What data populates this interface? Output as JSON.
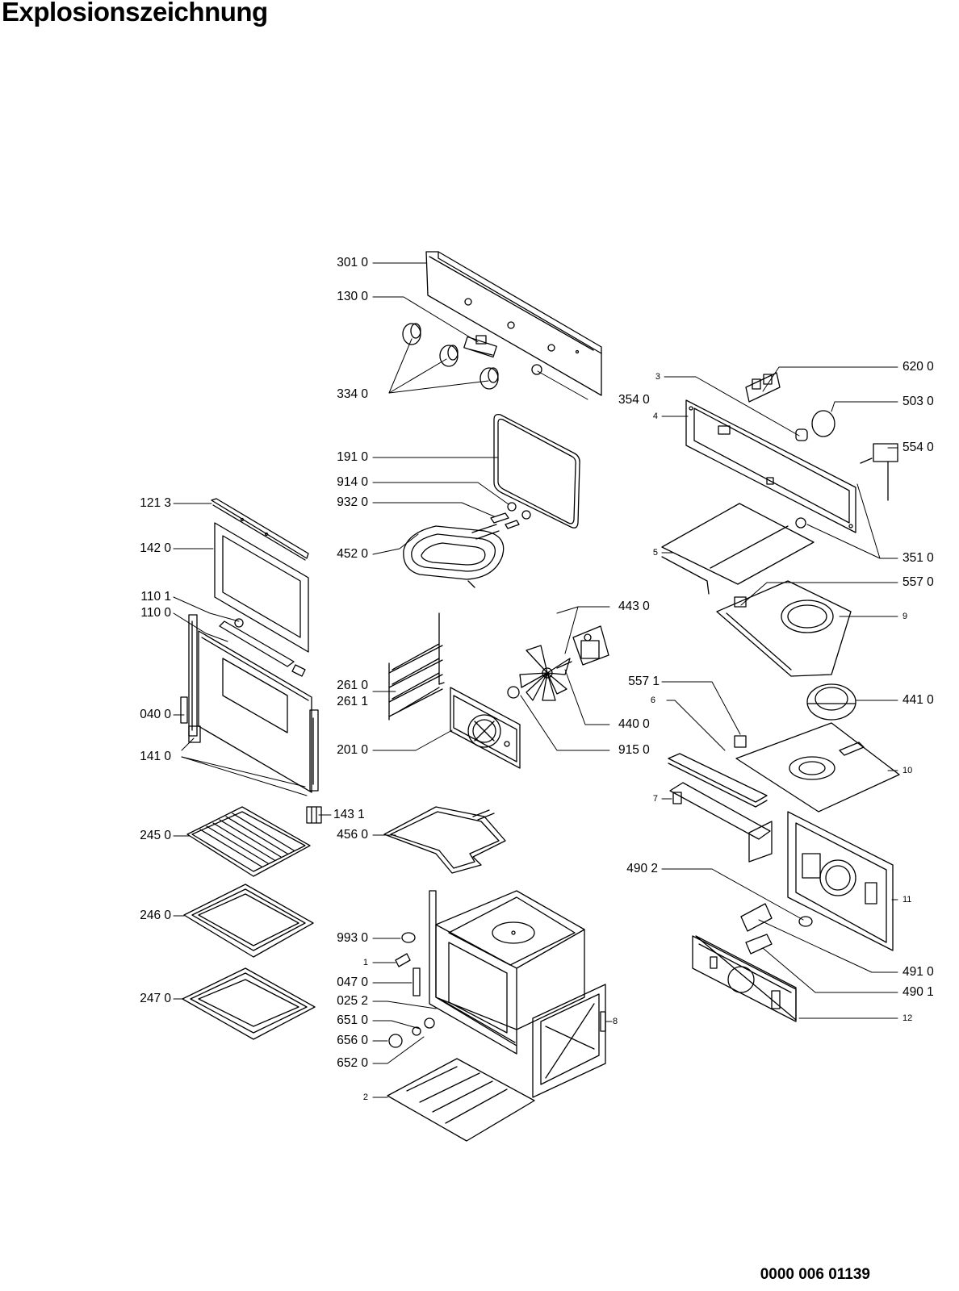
{
  "title": "Explosionszeichnung",
  "document_number": "0000 006 01139",
  "part_labels": {
    "p301_0": "301 0",
    "p130_0": "130 0",
    "p334_0": "334 0",
    "p354_0": "354 0",
    "p191_0": "191 0",
    "p914_0": "914 0",
    "p932_0": "932 0",
    "p452_0": "452 0",
    "p121_3": "121 3",
    "p142_0": "142 0",
    "p110_1": "110 1",
    "p110_0": "110 0",
    "p040_0": "040 0",
    "p141_0": "141 0",
    "p143_1": "143 1",
    "p261_0": "261 0",
    "p261_1": "261 1",
    "p201_0": "201 0",
    "p456_0": "456 0",
    "p443_0": "443 0",
    "p440_0": "440 0",
    "p915_0": "915 0",
    "p557_1": "557 1",
    "p245_0": "245 0",
    "p246_0": "246 0",
    "p247_0": "247 0",
    "p993_0": "993 0",
    "p1": "1",
    "p047_0": "047 0",
    "p025_2": "025 2",
    "p651_0": "651 0",
    "p656_0": "656 0",
    "p652_0": "652 0",
    "p2": "2",
    "p620_0": "620 0",
    "p503_0": "503 0",
    "p554_0": "554 0",
    "p351_0": "351 0",
    "p557_0": "557 0",
    "p3": "3",
    "p4": "4",
    "p5": "5",
    "p9": "9",
    "p441_0": "441 0",
    "p6": "6",
    "p10": "10",
    "p7": "7",
    "p490_2": "490 2",
    "p11": "11",
    "p491_0": "491 0",
    "p490_1": "490 1",
    "p12": "12",
    "p8": "8"
  }
}
